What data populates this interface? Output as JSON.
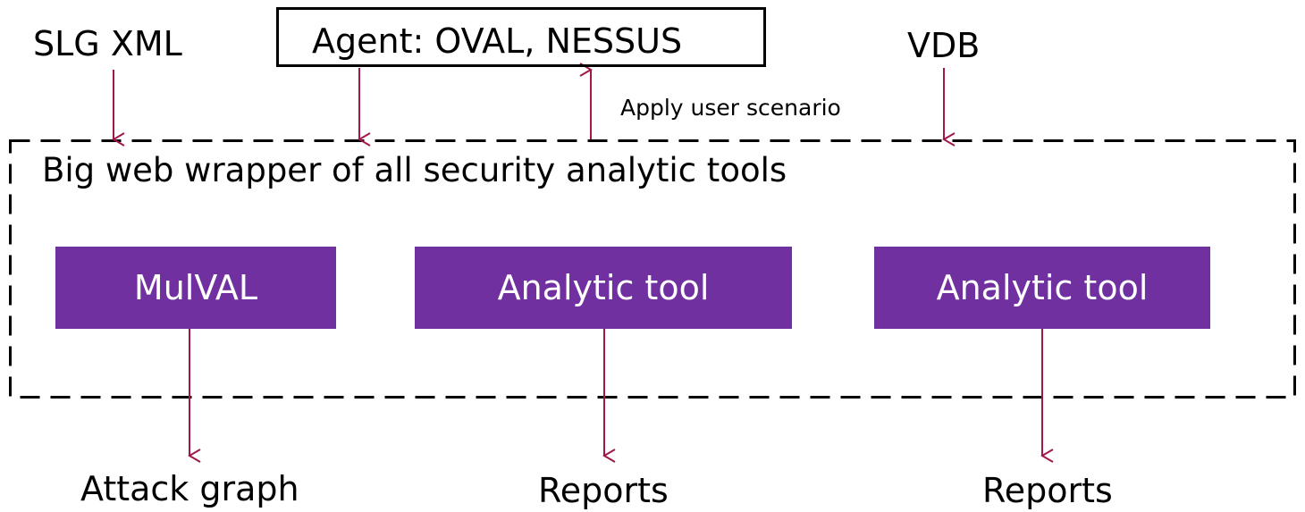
{
  "inputs": {
    "slg_xml": "SLG XML",
    "agent": "Agent: OVAL, NESSUS",
    "vdb": "VDB"
  },
  "scenario_label": "Apply user scenario",
  "wrapper": {
    "title": "Big web wrapper of all security analytic tools"
  },
  "tools": [
    {
      "label": "MulVAL"
    },
    {
      "label": "Analytic tool"
    },
    {
      "label": "Analytic tool"
    }
  ],
  "outputs": [
    {
      "label": "Attack graph"
    },
    {
      "label": "Reports"
    },
    {
      "label": "Reports"
    }
  ],
  "colors": {
    "tool_fill": "#7030a0",
    "tool_text": "#ffffff",
    "arrow": "#a0174c",
    "outline": "#000000"
  }
}
